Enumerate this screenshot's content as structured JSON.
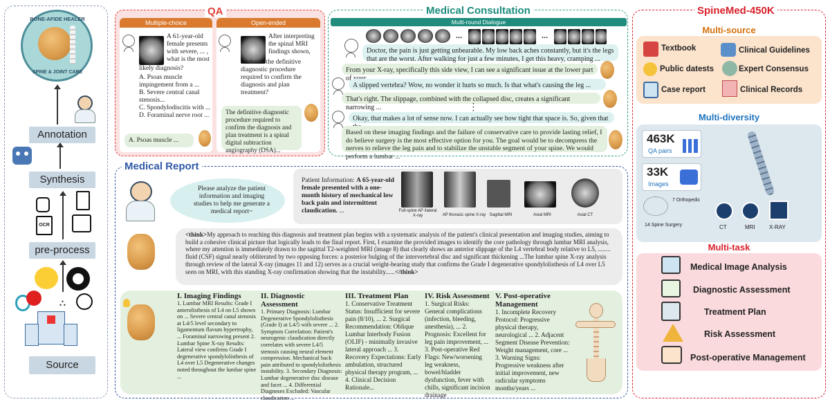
{
  "left": {
    "badge": {
      "top_text": "BONE-AFIDE HEALER",
      "bottom_text": "SPINE & JOINT CARE"
    },
    "stages": [
      "Annotation",
      "Synthesis",
      "pre-process",
      "Source"
    ],
    "ocr_label": "OCR"
  },
  "qa": {
    "title": "QA",
    "mc_header": "Multiple-choice",
    "oe_header": "Open-ended",
    "mc_question_lead": "A 61-year-old female presents with severe, ... , what is the most",
    "mc_question_rest": "likely diagnosis?",
    "mc_options": [
      "A. Psoas muscle impingement from a ...",
      "B. Severe central canal stenosis...",
      "C. Spondylodiscitis with ...",
      "D. Foraminal nerve root ..."
    ],
    "mc_answer": "A. Psoas muscle ...",
    "oe_question_lead": "After interpreting the spinal MRI findings shown,",
    "oe_question_rest": "...what is the definitive diagnostic procedure required to confirm the diagnosis and plan treatment?",
    "oe_answer": "The definitive diagnostic procedure required to confirm the diagnosis and plan treatment is a spinal digital subtraction angiography (DSA)..."
  },
  "consult": {
    "title": "Medical Consultation",
    "header": "Multi-round Dialogue",
    "ellipsis": "...",
    "turns": [
      {
        "role": "user",
        "text": "Doctor, the pain is just getting unbearable. My low back aches constantly, but it's the legs that are the worst. After walking for just a few minutes, I get this heavy, cramping ..."
      },
      {
        "role": "doctor",
        "text": "From your X-ray, specifically this side view, I can see a significant issue at the lower part of your ..."
      },
      {
        "role": "user",
        "text": "A slipped vertebra? Wow, no wonder it hurts so much. Is that what's causing the leg ..."
      },
      {
        "role": "doctor",
        "text": "That's right. The slippage, combined with the collapsed disc, creates a significant narrowing ..."
      },
      {
        "role": "user",
        "text": "Okay, that makes a lot of sense now. I can actually see how tight that space is. So, given that the ..."
      },
      {
        "role": "doctor",
        "text": "Based on these imaging findings and the failure of conservative care to provide lasting relief, I do believe surgery is the most effective option for you. The goal would be to decompress the nerves to relieve the leg pain and to stabilize the unstable segment of your spine. We would perform a lumbar ..."
      }
    ]
  },
  "report": {
    "title": "Medical Report",
    "request": "Please analyze the patient information and imaging studies to help me generate a medical report~",
    "patient_prefix": "Patient Information: ",
    "patient_bold": "A 65-year-old female presented with a one-month history of mechanical low back pain and intermittent claudication.",
    "patient_suffix": " ...",
    "image_labels": [
      "Full-spine AP /lateral X-ray",
      "AP thoracic spine X-ray",
      "Sagittal MRI",
      "Axial MRI",
      "Axial CT"
    ],
    "think_open": "<think>",
    "think_body": "My approach to reaching this diagnosis and treatment plan begins with a systematic analysis of the patient's clinical presentation and imaging studies, aiming to build a cohesive clinical picture that logically leads to the final report. First, I examine the provided images to identify the core pathology through lumbar MRI analysis, where my attention is immediately drawn to the sagittal T2-weighted MRI (image 8) that clearly shows an anterior slippage of the L4 vertebral body relative to L5, ........ fluid (CSF) signal nearly obliterated by two opposing forces: a posterior bulging of the intervertebral disc and significant thickening ...The lumbar spine X-ray analysis through review of the lateral X-ray (images 11 and 12) serves as a crucial weight-bearing study that confirms the Grade I degenerative spondylolisthesis of L4 over L5 seen on MRI, with this standing X-ray confirmation showing that the instability......",
    "think_close": "</think>",
    "sections": [
      {
        "title": "I. Imaging Findings",
        "body": "1. Lumbar MRI Results: Grade I anterolisthesis of L4 on L5 shown on ... Severe central canal stenosis at L4/5 level secondary to ligamentum flavum hypertrophy, ... Foraminal narrowing present 2. Lumbar Spine X-ray Results: Lateral view confirms Grade I degenerative spondylolisthesis of L4 over L5 Degenerative changes noted throughout the lumbar spine ..."
      },
      {
        "title": "II. Diagnostic Assessment",
        "body": "1. Primary Diagnosis: Lumbar Degenerative Spondylolisthesis (Grade I) at L4/5 with severe ... 2. Symptom Correlation: Patient's neurogenic claudication directly correlates with severe L4/5 stenosis causing neural element compression. Mechanical back pain attributed to spondylolisthesis instability. 3. Secondary Diagnosis: Lumbar degenerative disc disease and facet ... 4. Differential Diagnoses Excluded: Vascular claudication ..."
      },
      {
        "title": "III. Treatment Plan",
        "body": "1. Conservative Treatment Status: Insufficient for severe pain (8/10), ... 2. Surgical Recommendation: Oblique Lumbar Interbody Fusion (OLIF) - minimally invasive lateral approach ... 3. Recovery Expectations: Early ambulation, structured physical therapy program, ... 4. Clinical Decision Rationale..."
      },
      {
        "title": "IV. Risk Assessment",
        "body": "1. Surgical Risks: General complications (infection, bleeding, anesthesia), ... 2. Prognosis: Excellent for leg pain improvement, ... 3. Post-operative Red Flags: New/worsening leg weakness, bowel/bladder dysfunction, fever with chills, significant incision drainage"
      },
      {
        "title": "V. Post-operative Management",
        "body": "1. Incomplete Recovery Protocol: Progressive physical therapy, neurological ... 2. Adjacent Segment Disease Prevention: Weight management, core ... 3. Warning Signs: Progressive weakness after initial improvement, new radicular symptoms months/years ..."
      }
    ]
  },
  "spinemed": {
    "title": "SpineMed-450K",
    "multi_source": "Multi-source",
    "sources": [
      "Textbook",
      "Clinical Guidelines",
      "Public datests",
      "Expert Consensus",
      "Case report",
      "Clinical Records"
    ],
    "multi_diversity": "Multi-diversity",
    "stats": [
      {
        "value": "463K",
        "label": "QA pairs"
      },
      {
        "value": "33K",
        "label": "Images"
      }
    ],
    "orthopedic_label": "7 Orthopedic",
    "surgery_label": "14 Spine Surgery",
    "modalities": [
      "CT",
      "MRI",
      "X-RAY"
    ],
    "multi_task": "Multi-task",
    "tasks": [
      "Medical Image Analysis",
      "Diagnostic Assessment",
      "Treatment Plan",
      "Risk Assessment",
      "Post-operative Management"
    ]
  },
  "colors": {
    "qa_red": "#e0423a",
    "consult_teal": "#1a8c7c",
    "report_blue": "#2f58a6",
    "source_orange": "#d4720e",
    "diversity_blue": "#1e73be",
    "task_red": "#d8202a",
    "qa_header_orange": "#d97a2e"
  }
}
